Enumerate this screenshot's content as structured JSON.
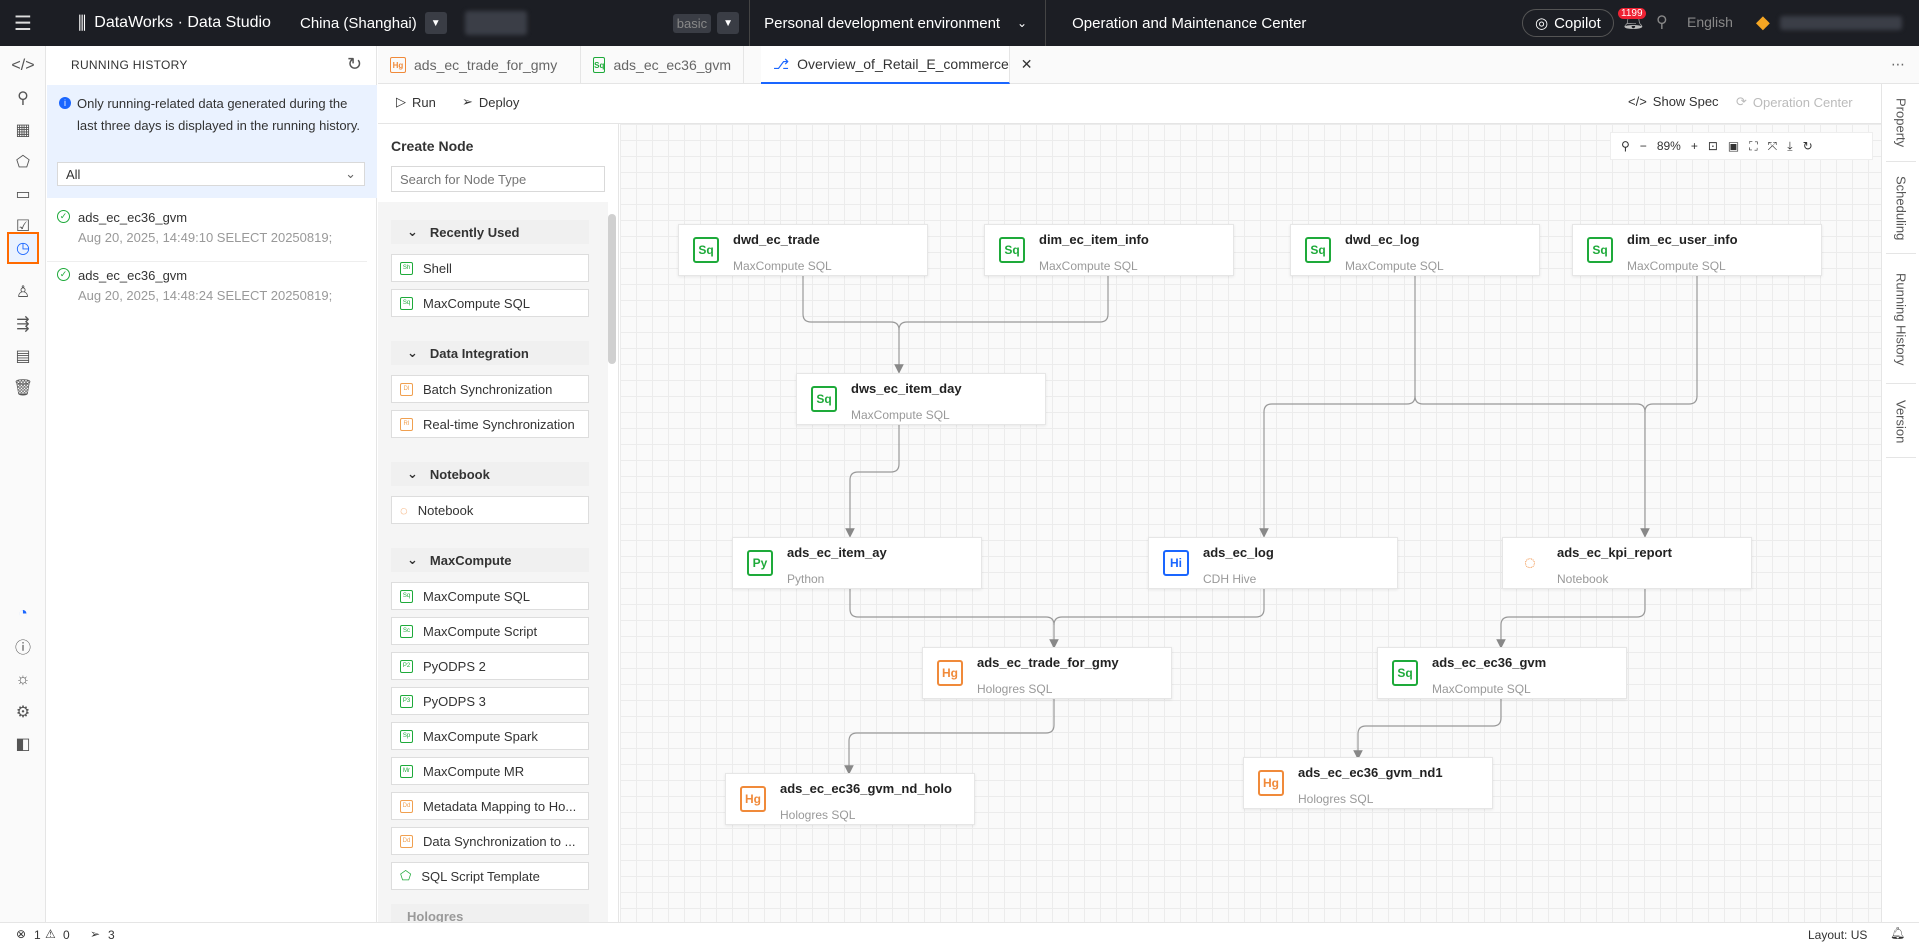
{
  "topbar": {
    "brand": "DataWorks · Data Studio",
    "region": "China (Shanghai)",
    "env_tag": "basic",
    "environment": "Personal development environment",
    "omc": "Operation and Maintenance Center",
    "copilot": "Copilot",
    "notifications": "1199",
    "language": "English"
  },
  "left_nav": {
    "icons": [
      "code-icon",
      "search-data-icon",
      "table-icon",
      "package-icon",
      "folder-icon",
      "task-icon",
      "history-icon",
      "user-icon",
      "flow-icon",
      "terminal-icon",
      "trash-icon"
    ],
    "bottom_icons": [
      "palette-icon",
      "help-icon",
      "theme-icon",
      "settings-icon",
      "collapse-icon"
    ]
  },
  "history_panel": {
    "title": "RUNNING HISTORY",
    "info": "Only running-related data generated during the last three days is displayed in the running history.",
    "filter": "All",
    "items": [
      {
        "name": "ads_ec_ec36_gvm",
        "meta": "Aug 20, 2025, 14:49:10 SELECT 20250819;"
      },
      {
        "name": "ads_ec_ec36_gvm",
        "meta": "Aug 20, 2025, 14:48:24 SELECT 20250819;"
      }
    ]
  },
  "tabs": [
    {
      "label": "ads_ec_trade_for_gmy",
      "icon": "Hg"
    },
    {
      "label": "ads_ec_ec36_gvm",
      "icon": "Sq"
    },
    {
      "label": "Overview_of_Retail_E_commerce",
      "icon": "workflow"
    }
  ],
  "toolbar": {
    "run": "Run",
    "deploy": "Deploy",
    "show_spec": "Show Spec",
    "operation_center": "Operation Center"
  },
  "node_panel": {
    "title": "Create Node",
    "search_placeholder": "Search for Node Type",
    "sections": [
      {
        "title": "Recently Used",
        "items": [
          "Shell",
          "MaxCompute SQL"
        ]
      },
      {
        "title": "Data Integration",
        "items": [
          "Batch Synchronization",
          "Real-time Synchronization"
        ]
      },
      {
        "title": "Notebook",
        "items": [
          "Notebook"
        ]
      },
      {
        "title": "MaxCompute",
        "items": [
          "MaxCompute SQL",
          "MaxCompute Script",
          "PyODPS 2",
          "PyODPS 3",
          "MaxCompute Spark",
          "MaxCompute MR",
          "Metadata Mapping to Ho...",
          "Data Synchronization to ...",
          "SQL Script Template"
        ]
      }
    ],
    "next_section": "Hologres"
  },
  "canvas": {
    "zoom": "89%",
    "nodes": [
      {
        "name": "dwd_ec_trade",
        "type": "MaxCompute SQL",
        "icon": "Sq"
      },
      {
        "name": "dim_ec_item_info",
        "type": "MaxCompute SQL",
        "icon": "Sq"
      },
      {
        "name": "dwd_ec_log",
        "type": "MaxCompute SQL",
        "icon": "Sq"
      },
      {
        "name": "dim_ec_user_info",
        "type": "MaxCompute SQL",
        "icon": "Sq"
      },
      {
        "name": "dws_ec_item_day",
        "type": "MaxCompute SQL",
        "icon": "Sq"
      },
      {
        "name": "ads_ec_item_ay",
        "type": "Python",
        "icon": "Py"
      },
      {
        "name": "ads_ec_log",
        "type": "CDH Hive",
        "icon": "Hi"
      },
      {
        "name": "ads_ec_kpi_report",
        "type": "Notebook",
        "icon": "nb"
      },
      {
        "name": "ads_ec_trade_for_gmy",
        "type": "Hologres SQL",
        "icon": "Hg"
      },
      {
        "name": "ads_ec_ec36_gvm",
        "type": "MaxCompute SQL",
        "icon": "Sq"
      },
      {
        "name": "ads_ec_ec36_gvm_nd_holo",
        "type": "Hologres SQL",
        "icon": "Hg"
      },
      {
        "name": "ads_ec_ec36_gvm_nd1",
        "type": "Hologres SQL",
        "icon": "Hg"
      }
    ]
  },
  "right_rail": [
    "Property",
    "Scheduling",
    "Running History",
    "Version"
  ],
  "statusbar": {
    "errors": "1",
    "warnings": "0",
    "deploys": "3",
    "layout": "Layout: US"
  },
  "colors": {
    "accent": "#1a66ff",
    "active_highlight": "#ff6a00",
    "success": "#1eaa3a",
    "hologres": "#f08a3a"
  }
}
